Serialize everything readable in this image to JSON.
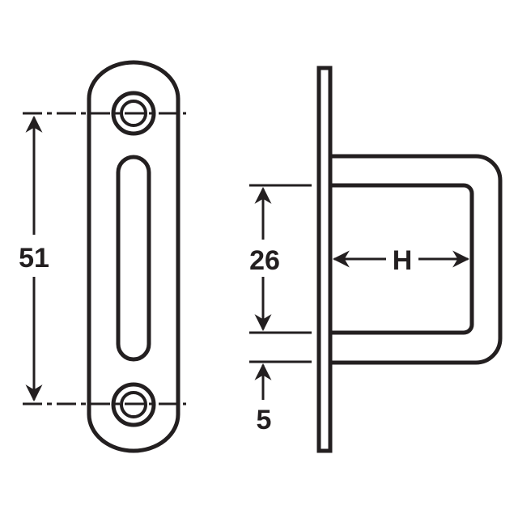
{
  "diagram": {
    "type": "technical-drawing",
    "subject": "slotted strike plate with loop handle",
    "colors": {
      "line": "#231f20",
      "background": "#ffffff"
    },
    "front_view": {
      "dimension_label": "51",
      "dimension_description": "distance between mounting hole centers"
    },
    "side_view": {
      "inner_height_label": "26",
      "plate_offset_label": "5",
      "depth_label": "H"
    }
  }
}
